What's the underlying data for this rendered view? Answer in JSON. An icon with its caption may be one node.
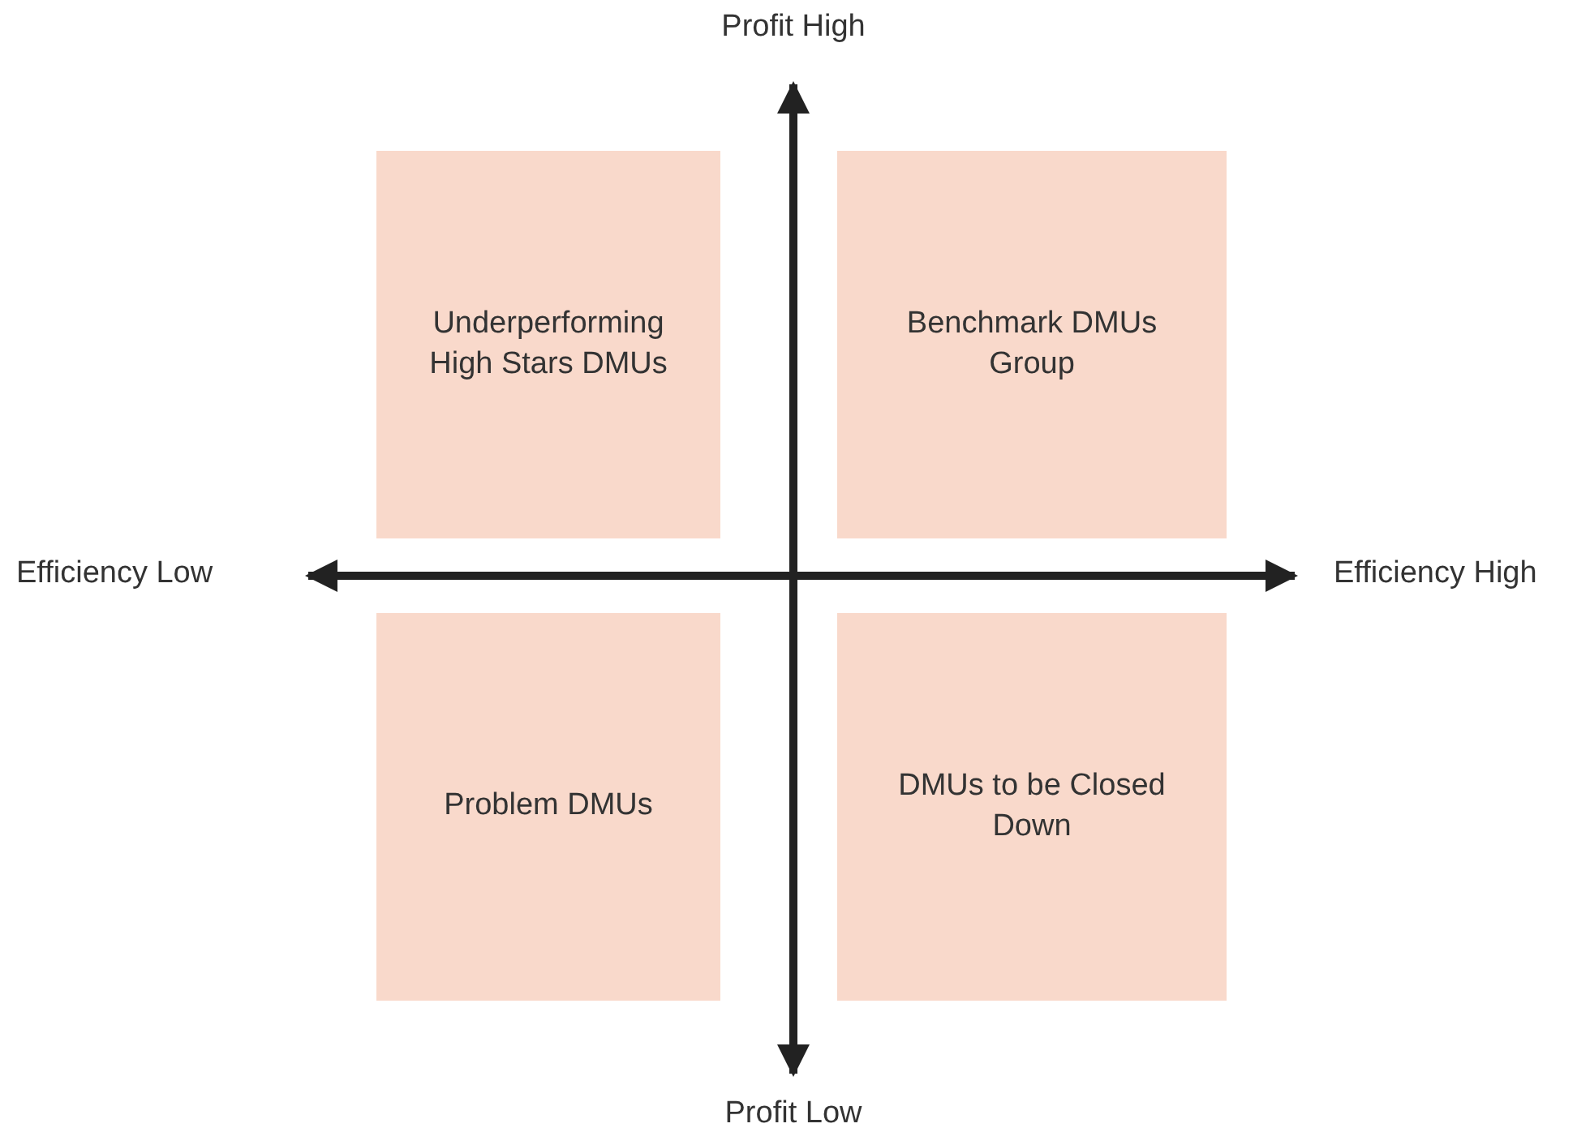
{
  "diagram": {
    "nodes": [
      {
        "text": [
          "Underperforming High Stars DMUs"
        ]
      },
      {
        "text": [
          "Benchmark DMUs Group"
        ]
      },
      {
        "text": [
          "Problem DMUs"
        ]
      },
      {
        "text": [
          "DMUs to be Closed Down"
        ]
      }
    ],
    "labels": [
      "Profit High",
      "Efficiency Low",
      "Efficiency High",
      "Profit Low"
    ]
  }
}
